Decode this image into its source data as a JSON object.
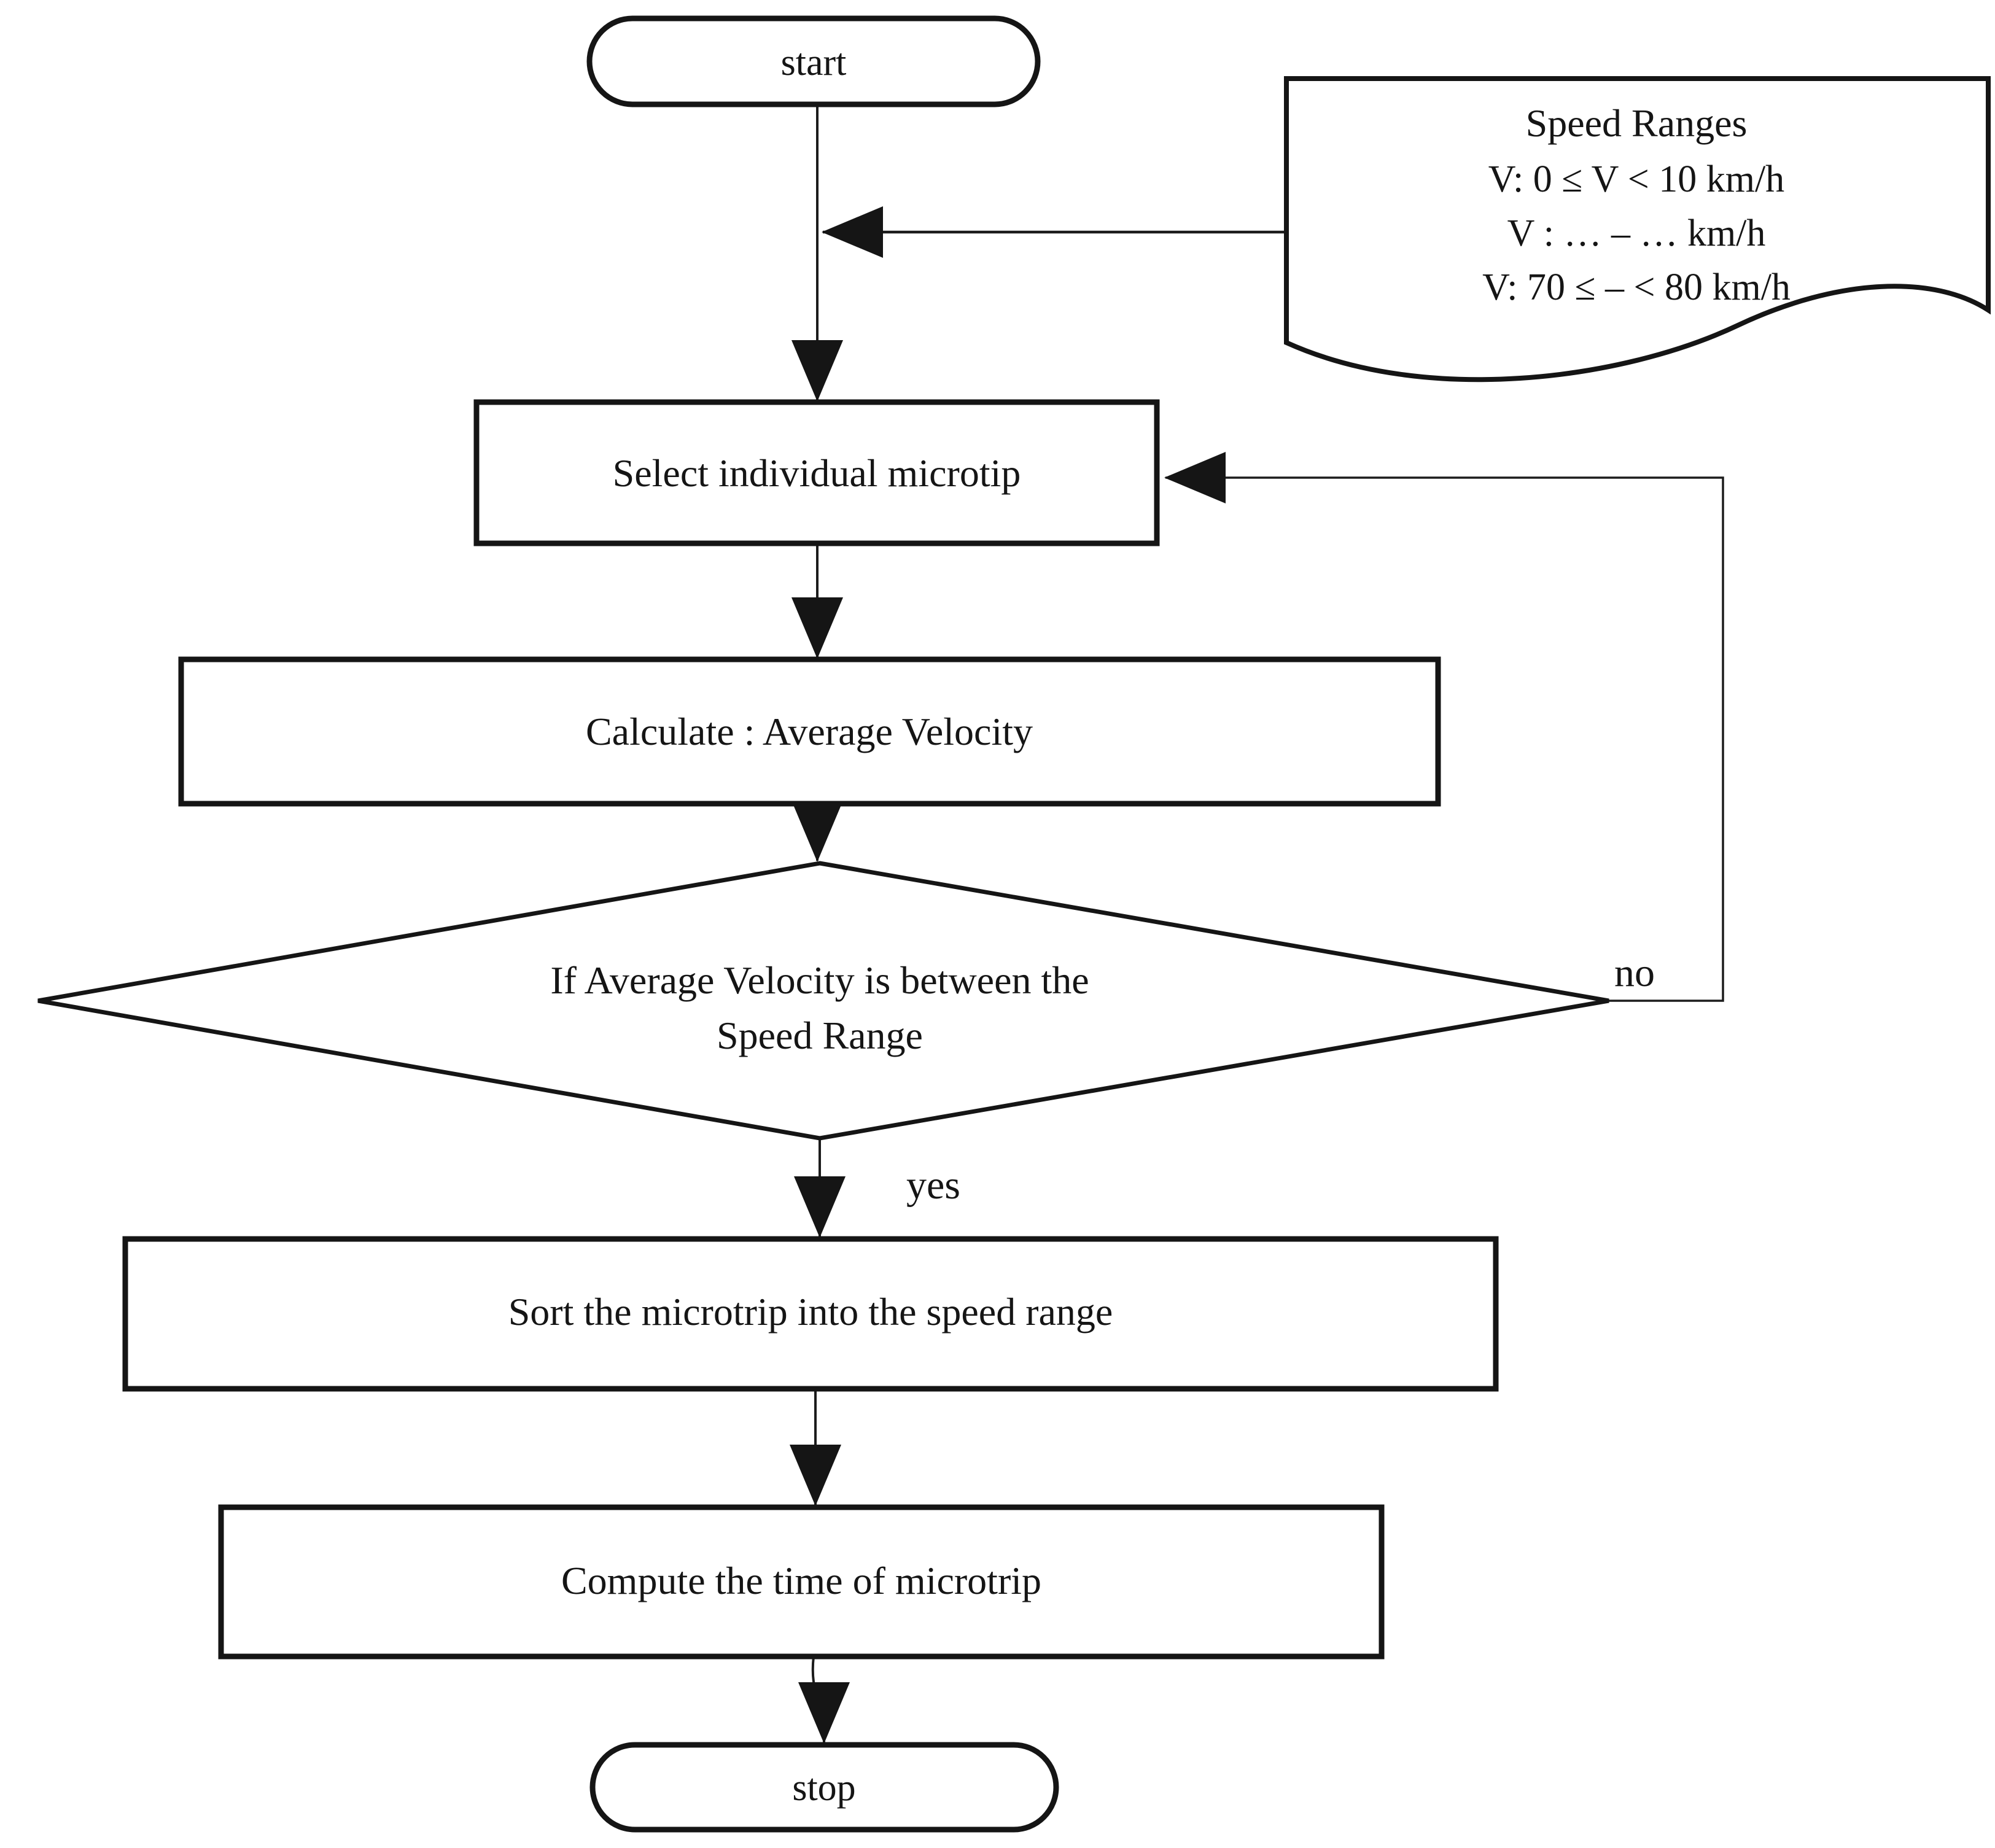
{
  "diagram": {
    "background": "#ffffff",
    "line_color": "#151515",
    "nodes": {
      "start": {
        "label": "start"
      },
      "speed_ranges_note": {
        "title": "Speed Ranges",
        "lines": [
          "V: 0 ≤  V  < 10 km/h",
          "V :    …   –    …   km/h",
          "V: 70 ≤ – < 80  km/h"
        ]
      },
      "select": {
        "label": "Select individual microtip"
      },
      "calculate": {
        "label": "Calculate : Average Velocity"
      },
      "decision": {
        "line1": "If  Average Velocity is between the",
        "line2": "Speed Range"
      },
      "sort": {
        "label": "Sort the microtrip into the speed range"
      },
      "compute": {
        "label": "Compute the time of microtrip"
      },
      "stop": {
        "label": "stop"
      }
    },
    "edge_labels": {
      "yes": "yes",
      "no": "no"
    }
  }
}
